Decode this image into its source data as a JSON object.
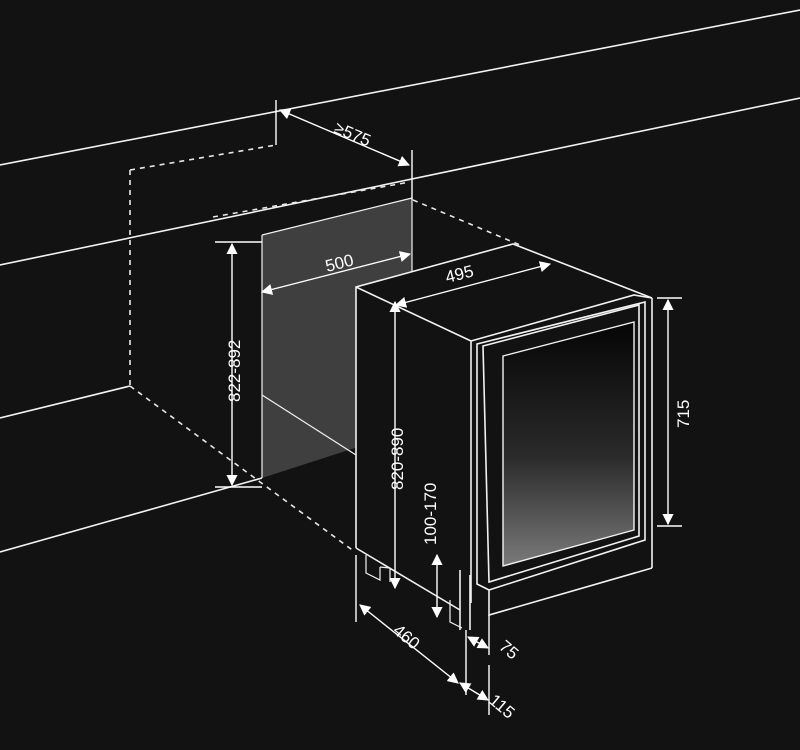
{
  "dimensions": {
    "depth_min": "≥575",
    "niche_width": "500",
    "niche_height": "822-892",
    "unit_depth": "495",
    "unit_height": "820-890",
    "door_height": "715",
    "feet_height": "100-170",
    "base_depth": "460",
    "toe_75": "75",
    "toe_115": "115"
  }
}
